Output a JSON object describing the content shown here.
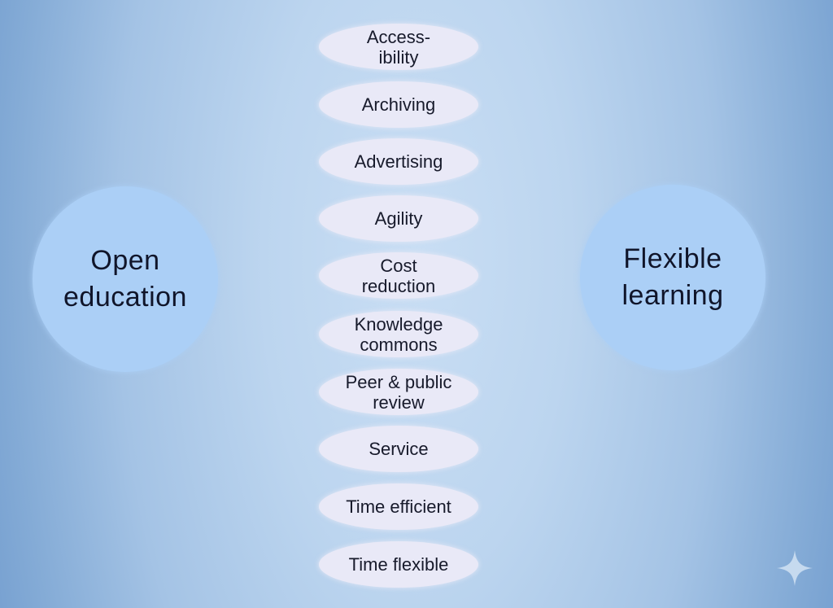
{
  "left_circle": {
    "label": "Open\neducation"
  },
  "right_circle": {
    "label": "Flexible\nlearning"
  },
  "ellipses": [
    {
      "label": "Access-\nibility"
    },
    {
      "label": "Archiving"
    },
    {
      "label": "Advertising"
    },
    {
      "label": "Agility"
    },
    {
      "label": "Cost\nreduction"
    },
    {
      "label": "Knowledge\ncommons"
    },
    {
      "label": "Peer & public\nreview"
    },
    {
      "label": "Service"
    },
    {
      "label": "Time efficient"
    },
    {
      "label": "Time flexible"
    }
  ],
  "icons": {
    "sparkle": "four-pointed-sparkle"
  },
  "colors": {
    "background_edge": "#6f9acd",
    "background_center": "#c9def4",
    "ellipse_fill": "#e9e9f7",
    "circle_fill": "#abcff6",
    "text_dark": "#141829",
    "sparkle": "#c6daef"
  }
}
